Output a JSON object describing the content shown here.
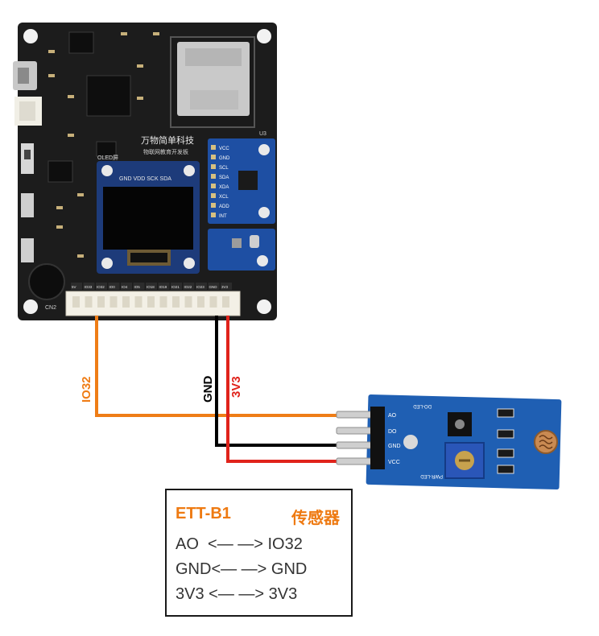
{
  "board": {
    "cn2_label": "CN2",
    "oled_label": "OLED屏",
    "oled_pins": "GND VDD SCK SDA",
    "brand_cn": "万物简单科技",
    "brand_sub": "物联网教育开发板",
    "module_u3": "U3",
    "module_pins": [
      "VCC",
      "GND",
      "SCL",
      "SDA",
      "XDA",
      "XCL",
      "ADD",
      "INT"
    ],
    "header_pins": [
      "5V",
      "IO33",
      "IO32",
      "IO0",
      "IO4",
      "IO5",
      "IO18",
      "IO19",
      "IO21",
      "IO22",
      "IO23",
      "GND",
      "3V3"
    ]
  },
  "wires": {
    "io32_label": "IO32",
    "gnd_label": "GND",
    "v3_label": "3V3",
    "io32_color": "#ef7d16",
    "gnd_color": "#000000",
    "v3_color": "#e0231b"
  },
  "sensor": {
    "silk_top": "DO-LED",
    "silk_bottom": "PWR-LED",
    "pin_labels": [
      "AO",
      "DO",
      "GND",
      "VCC"
    ]
  },
  "legend": {
    "left_header": "ETT-B1",
    "right_header": "传感器",
    "rows": [
      "AO  <— —> IO32",
      "GND<— —> GND",
      "3V3 <— —> 3V3"
    ]
  }
}
